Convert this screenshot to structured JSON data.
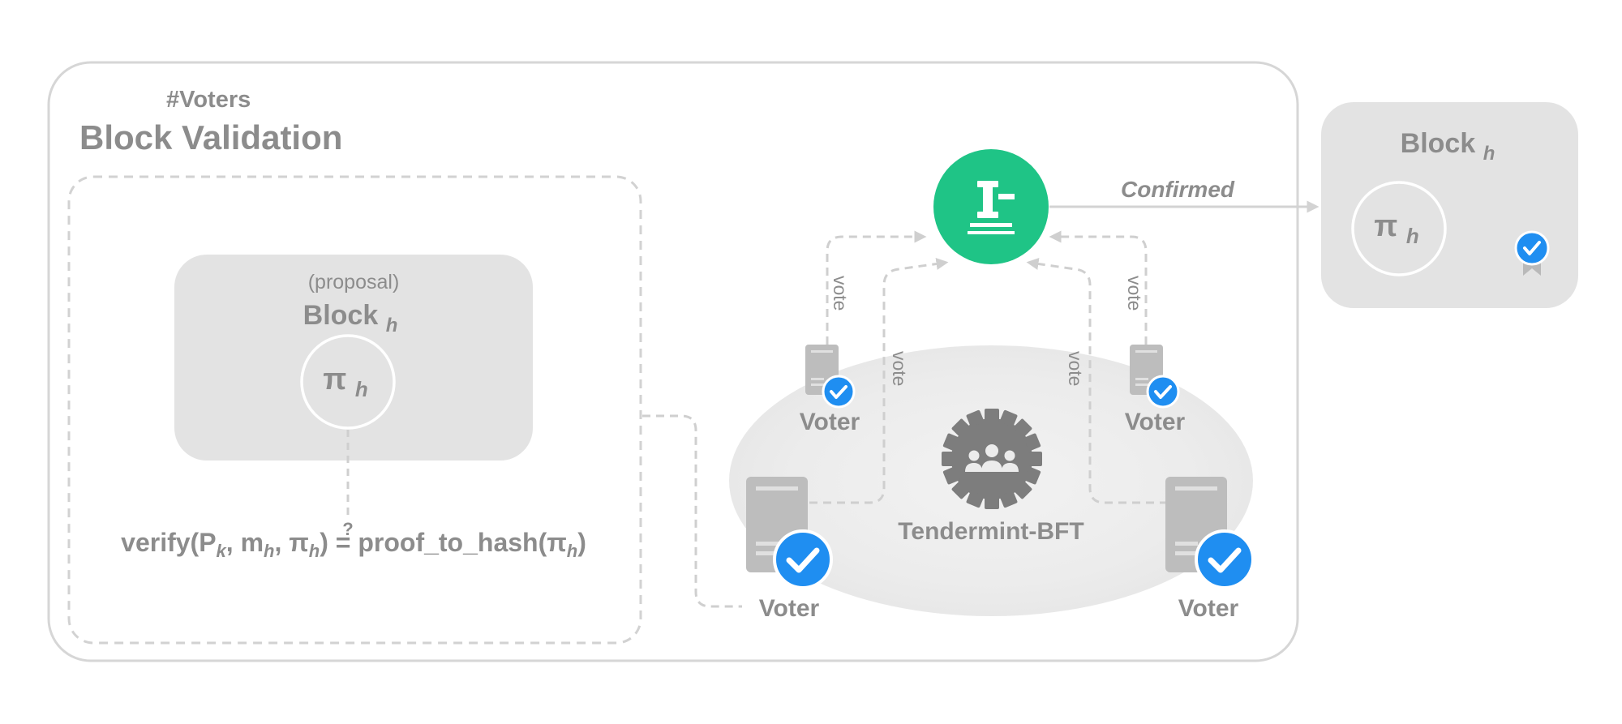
{
  "colors": {
    "primary_text": "#8c8c8c",
    "panel_fill": "#e3e3e3",
    "panel_border": "#d6d6d6",
    "gavel_green": "#1fc486",
    "check_blue": "#1f8ef1",
    "server_gray": "#bdbdbd",
    "gear_gray": "#7d7d7d"
  },
  "icons": {
    "gavel": "gavel-icon",
    "gear": "consensus-gear-icon",
    "server": "server-icon",
    "check": "check-badge-icon",
    "ribbon": "ribbon-badge-icon"
  },
  "panel": {
    "subtitle": "#Voters",
    "title": "Block Validation"
  },
  "proposal": {
    "tag": "(proposal)",
    "block_label": "Block",
    "block_sub": "h",
    "proof_symbol": "π",
    "proof_sub": "h"
  },
  "verify": {
    "lhs_prefix": "verify(P",
    "k": "k",
    "sep1": ", m",
    "h1": "h",
    "sep2": ", π",
    "h2": "h",
    "close": ")",
    "question": "?",
    "equals": "=",
    "rhs_prefix": "proof_to_hash(π",
    "h3": "h",
    "rhs_close": ")"
  },
  "consensus": {
    "label": "Tendermint-BFT",
    "vote_label": "vote",
    "voters": [
      "Voter",
      "Voter",
      "Voter",
      "Voter"
    ]
  },
  "confirmed": {
    "label": "Confirmed",
    "block_label": "Block",
    "block_sub": "h",
    "proof_symbol": "π",
    "proof_sub": "h"
  }
}
